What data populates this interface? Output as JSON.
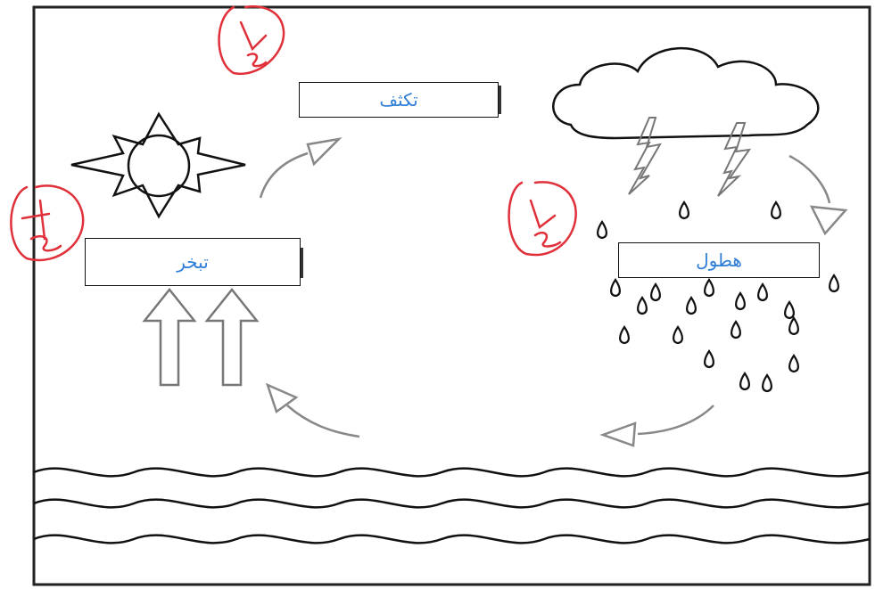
{
  "labels": {
    "condensation": "تكثف",
    "evaporation": "تبخر",
    "precipitation": "هطول"
  },
  "colors": {
    "label_text": "#2f7fd8",
    "annotation": "#e0303a",
    "outline": "#111111",
    "arrow": "#8a8a8a"
  },
  "icons": [
    "sun-icon",
    "cloud-icon",
    "lightning-icon",
    "raindrop-icon",
    "wave-icon",
    "curved-arrow-icon",
    "up-arrow-icon"
  ]
}
